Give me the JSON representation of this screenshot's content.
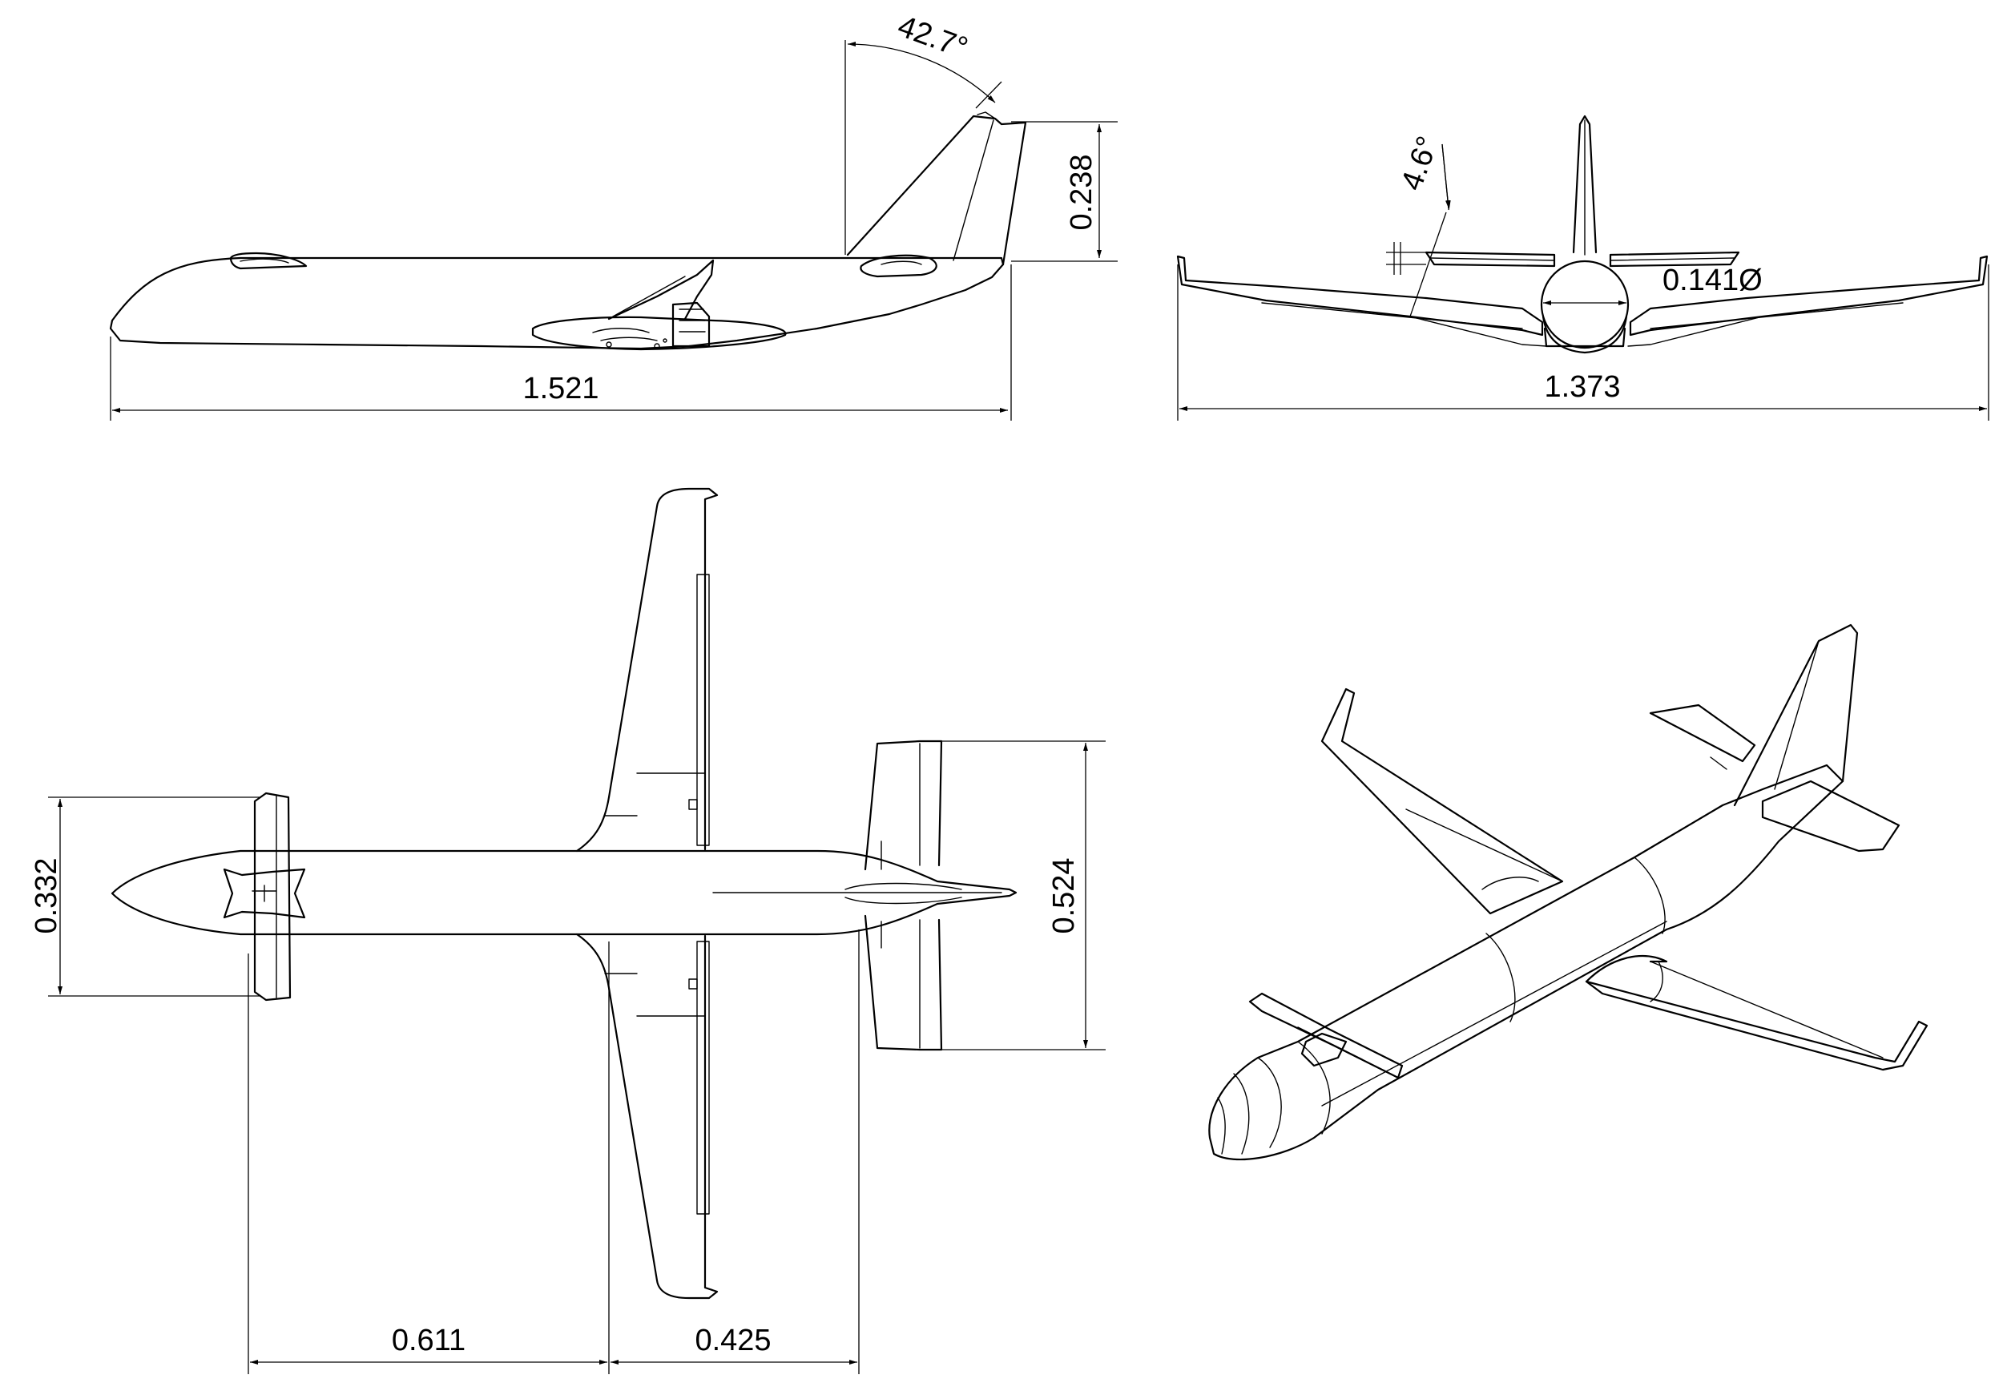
{
  "dimensions": {
    "side_length": "1.521",
    "side_height": "0.238",
    "tail_angle": "42.7°",
    "front_span": "1.373",
    "dihedral": "4.6°",
    "fuselage_diameter": "0.141Ø",
    "canard_span": "0.332",
    "tail_span": "0.524",
    "canard_to_wing": "0.611",
    "wing_to_tail": "0.425"
  }
}
